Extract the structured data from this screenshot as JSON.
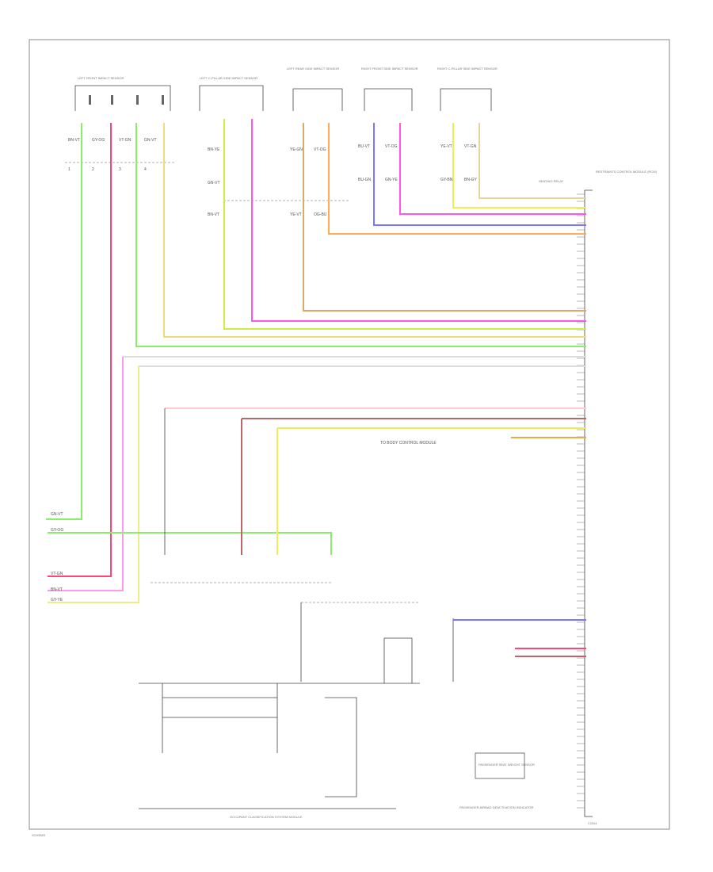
{
  "diagram": {
    "top_label": "HEATING RELAY"
  },
  "components": {
    "right_module": {
      "label": "RESTRAINTS CONTROL MODULE (RCM)"
    },
    "top_sensors": [
      {
        "id": "left-front",
        "label": "LEFT FRONT IMPACT SENSOR"
      },
      {
        "id": "c-pillar",
        "label": "LEFT C-PILLAR SIDE IMPACT SENSOR"
      },
      {
        "id": "rear-side",
        "label": "LEFT REAR SIDE IMPACT SENSOR"
      },
      {
        "id": "front-side",
        "label": "RIGHT FRONT SIDE IMPACT SENSOR"
      },
      {
        "id": "right-c",
        "label": "RIGHT C-PILLAR SIDE IMPACT SENSOR"
      }
    ],
    "bottom_switch": {
      "label": "OCCUPANT CLASSIFICATION SYSTEM MODULE"
    },
    "bottom_right": {
      "label": "PASSENGER AIRBAG DEACTIVATION INDICATOR"
    },
    "inner_box": {
      "label": "PASSENGER SEAT WEIGHT SENSOR"
    }
  },
  "labels": {
    "left_1": "GN-VT",
    "left_2": "GY-OG",
    "left_3": "VT-GN",
    "left_4": "BN-VT",
    "left_5": "GY-YE",
    "mid_text": "TO BODY CONTROL MODULE",
    "bottom_ref": "SCHEMS",
    "module_bottom": "C2041"
  },
  "wire_colors": {
    "green": "#88ee66",
    "magenta": "#ff55ee",
    "red": "#ff4477",
    "yellow": "#eeee55",
    "orange": "#ffaa55",
    "blue": "#7777ff",
    "violet": "#cc44ff",
    "pink": "#ffcccc",
    "brown": "#bb6666",
    "tan": "#e8d49a",
    "lime": "#ccee44",
    "pale": "#dddddd",
    "cyan": "#55ccee"
  }
}
